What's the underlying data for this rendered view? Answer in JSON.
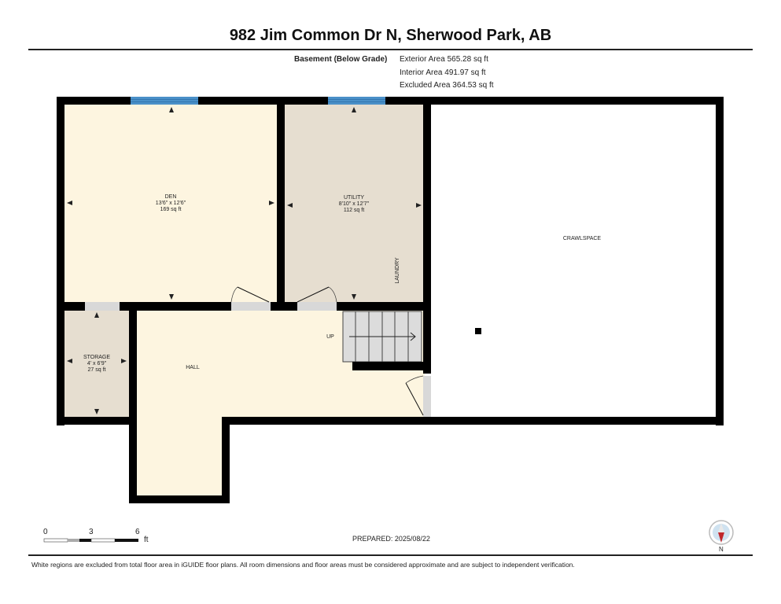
{
  "header": {
    "title": "982 Jim Common Dr N, Sherwood Park, AB"
  },
  "floor": {
    "label": "Basement (Below Grade)",
    "areas": [
      "Exterior Area 565.28 sq ft",
      "Interior Area 491.97 sq ft",
      "Excluded Area 364.53 sq ft"
    ]
  },
  "rooms": [
    {
      "name": "DEN",
      "dims": "13'6\" x 12'6\"",
      "area": "169 sq ft",
      "color": "#fdf5e0"
    },
    {
      "name": "UTILITY",
      "dims": "8'10\" x 12'7\"",
      "area": "112 sq ft",
      "color": "#e6ded0"
    },
    {
      "name": "STORAGE",
      "dims": "4' x 6'9\"",
      "area": "27 sq ft",
      "color": "#e6ded0"
    },
    {
      "name": "HALL",
      "color": "#fdf5e0"
    },
    {
      "name": "CRAWLSPACE",
      "color": "#ffffff"
    }
  ],
  "labels": {
    "laundry": "LAUNDRY",
    "stairs": "UP"
  },
  "scale": {
    "ticks": [
      "0",
      "3",
      "6"
    ],
    "unit": "ft"
  },
  "compass": {
    "label": "N"
  },
  "footer": {
    "prepared": "PREPARED: 2025/08/22",
    "disclaimer": "White regions are excluded from total floor area in iGUIDE floor plans. All room dimensions and floor areas must be considered approximate and are subject to independent verification."
  },
  "colors": {
    "wall": "#000000",
    "window": "#4a90c8",
    "door": "#d8d8d8",
    "warm_room": "#fdf5e0",
    "utility_room": "#e6ded0",
    "compass_red": "#c0282c"
  }
}
